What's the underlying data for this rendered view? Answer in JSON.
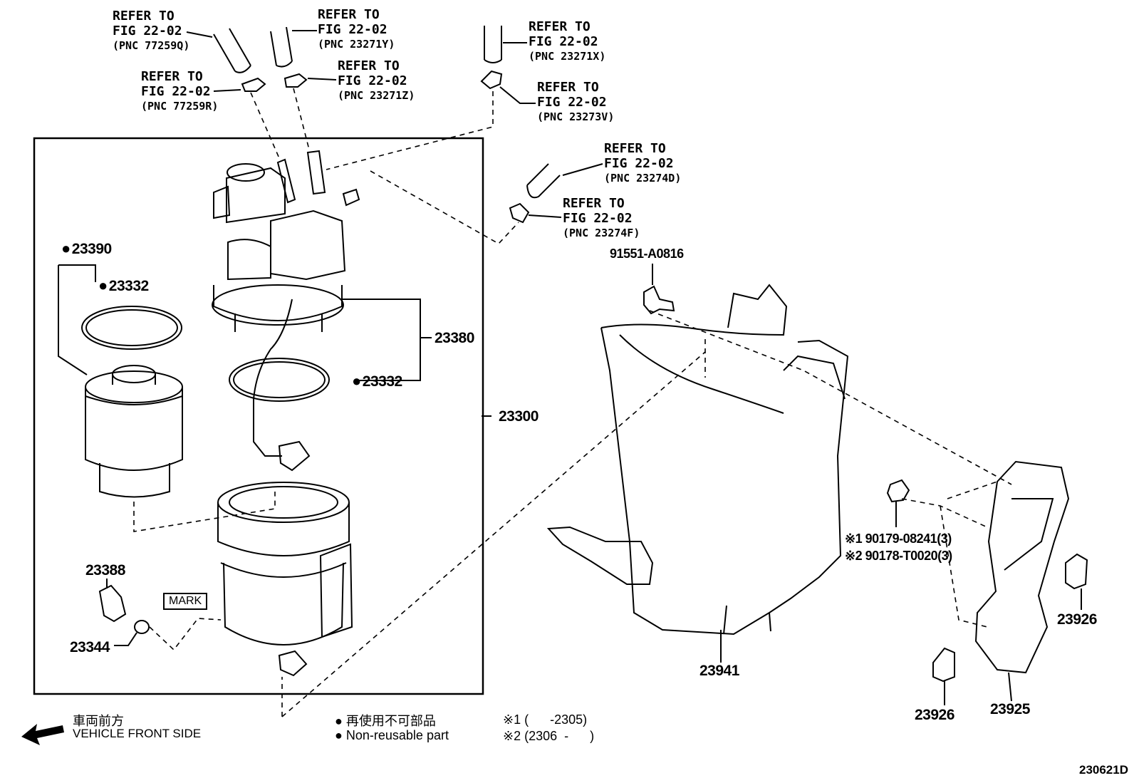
{
  "refs": [
    {
      "line1": "REFER TO",
      "line2": "FIG 22-02",
      "pnc": "(PNC 77259Q)"
    },
    {
      "line1": "REFER TO",
      "line2": "FIG 22-02",
      "pnc": "(PNC 23271Y)"
    },
    {
      "line1": "REFER TO",
      "line2": "FIG 22-02",
      "pnc": "(PNC 23271X)"
    },
    {
      "line1": "REFER TO",
      "line2": "FIG 22-02",
      "pnc": "(PNC 77259R)"
    },
    {
      "line1": "REFER TO",
      "line2": "FIG 22-02",
      "pnc": "(PNC 23271Z)"
    },
    {
      "line1": "REFER TO",
      "line2": "FIG 22-02",
      "pnc": "(PNC 23273V)"
    },
    {
      "line1": "REFER TO",
      "line2": "FIG 22-02",
      "pnc": "(PNC 23274D)"
    },
    {
      "line1": "REFER TO",
      "line2": "FIG 22-02",
      "pnc": "(PNC 23274F)"
    }
  ],
  "parts": {
    "p23390": "23390",
    "p23332a": "23332",
    "p23380": "23380",
    "p23332b": "23332",
    "p23300": "23300",
    "p91551": "91551-A0816",
    "p23388": "23388",
    "p23344": "23344",
    "p23941": "23941",
    "p23926a": "23926",
    "p23926b": "23926",
    "p23925": "23925",
    "note1": "※1 90179-08241(3)",
    "note2": "※2 90178-T0020(3)"
  },
  "mark_label": "MARK",
  "legend": {
    "front_jp": "車両前方",
    "front_en": "VEHICLE FRONT SIDE",
    "nonreuse_jp": "再使用不可部品",
    "nonreuse_en": "Non-reusable part",
    "range1": "※1 (      -2305)",
    "range2": "※2 (2306  -      )"
  },
  "figure_code": "230621D",
  "colors": {
    "ink": "#000000",
    "paper": "#ffffff"
  }
}
